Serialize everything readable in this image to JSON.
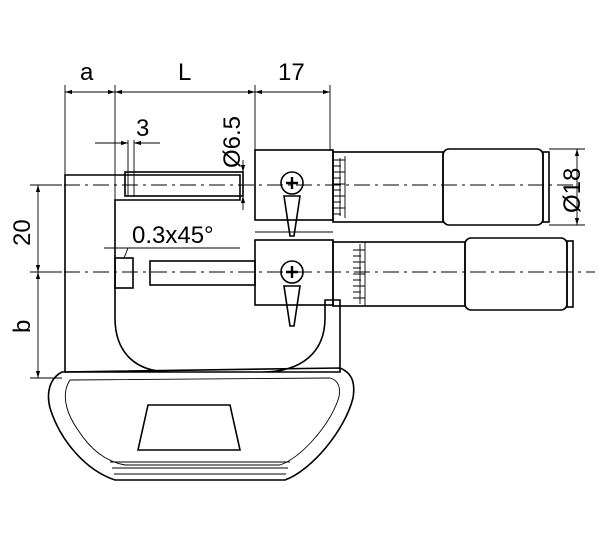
{
  "drawing": {
    "dimensions": {
      "a": "a",
      "L": "L",
      "d17": "17",
      "d3": "3",
      "d6_5": "Ø6.5",
      "d20": "20",
      "chamfer": "0.3x45°",
      "b": "b",
      "d18": "Ø18"
    },
    "colors": {
      "line": "#000000",
      "body_fill": "#e6e6e6",
      "knurl_fill": "#cfcfcf",
      "background": "#ffffff"
    }
  }
}
